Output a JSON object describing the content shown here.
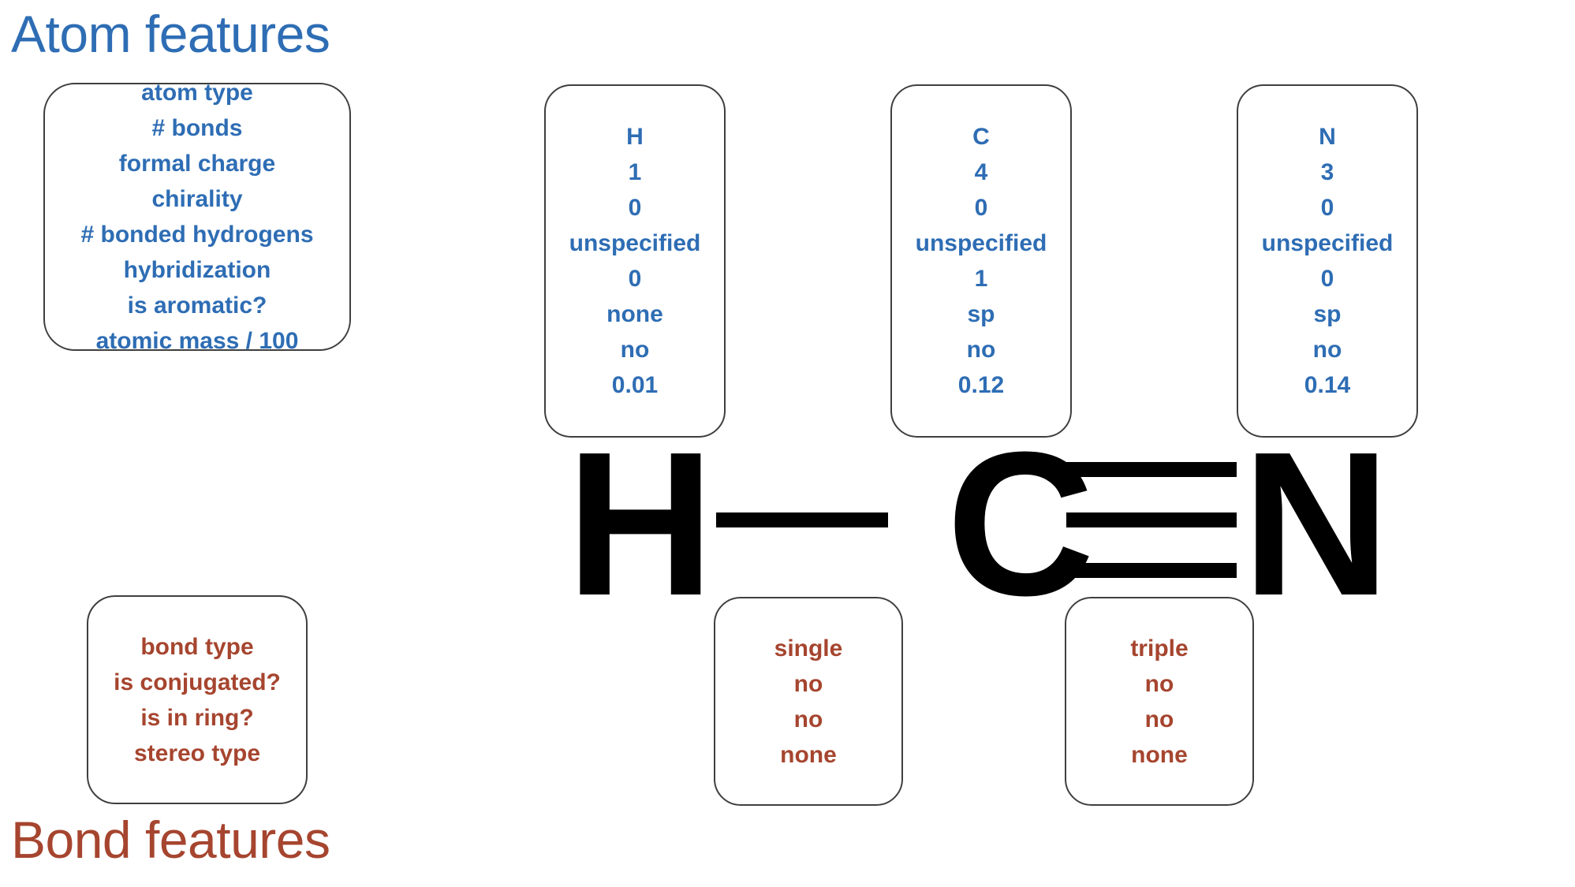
{
  "titles": {
    "atom": "Atom features",
    "bond": "Bond features"
  },
  "colors": {
    "atom_accent": "#2E6DB4",
    "bond_accent": "#A6452F",
    "molecule": "#000000",
    "box_border": "#3f3f3f",
    "background": "#ffffff"
  },
  "atom_features": {
    "legend": [
      "atom type",
      "# bonds",
      "formal charge",
      "chirality",
      "# bonded hydrogens",
      "hybridization",
      "is aromatic?",
      "atomic mass / 100"
    ],
    "atoms": [
      {
        "symbol": "H",
        "values": [
          "H",
          "1",
          "0",
          "unspecified",
          "0",
          "none",
          "no",
          "0.01"
        ]
      },
      {
        "symbol": "C",
        "values": [
          "C",
          "4",
          "0",
          "unspecified",
          "1",
          "sp",
          "no",
          "0.12"
        ]
      },
      {
        "symbol": "N",
        "values": [
          "N",
          "3",
          "0",
          "unspecified",
          "0",
          "sp",
          "no",
          "0.14"
        ]
      }
    ]
  },
  "bond_features": {
    "legend": [
      "bond type",
      "is conjugated?",
      "is in ring?",
      "stereo type"
    ],
    "bonds": [
      {
        "name": "H-C",
        "values": [
          "single",
          "no",
          "no",
          "none"
        ]
      },
      {
        "name": "C-N",
        "values": [
          "triple",
          "no",
          "no",
          "none"
        ]
      }
    ]
  },
  "molecule": {
    "formula": "HCN",
    "atoms": [
      "H",
      "C",
      "N"
    ],
    "bonds": [
      "single",
      "triple"
    ]
  }
}
